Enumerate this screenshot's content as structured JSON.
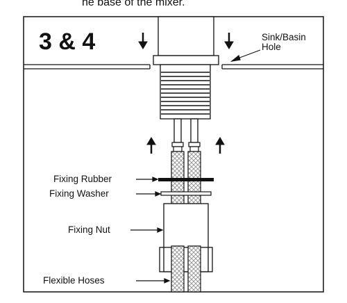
{
  "caption": "he base of the mixer.",
  "step_label": "3 & 4",
  "labels": {
    "sink_hole": "Sink/Basin\nHole",
    "fixing_rubber": "Fixing Rubber",
    "fixing_washer": "Fixing Washer",
    "fixing_nut": "Fixing Nut",
    "flexible_hoses": "Flexible Hoses"
  },
  "colors": {
    "line": "#111111",
    "hose": "#bdbdbd",
    "background": "#ffffff"
  }
}
